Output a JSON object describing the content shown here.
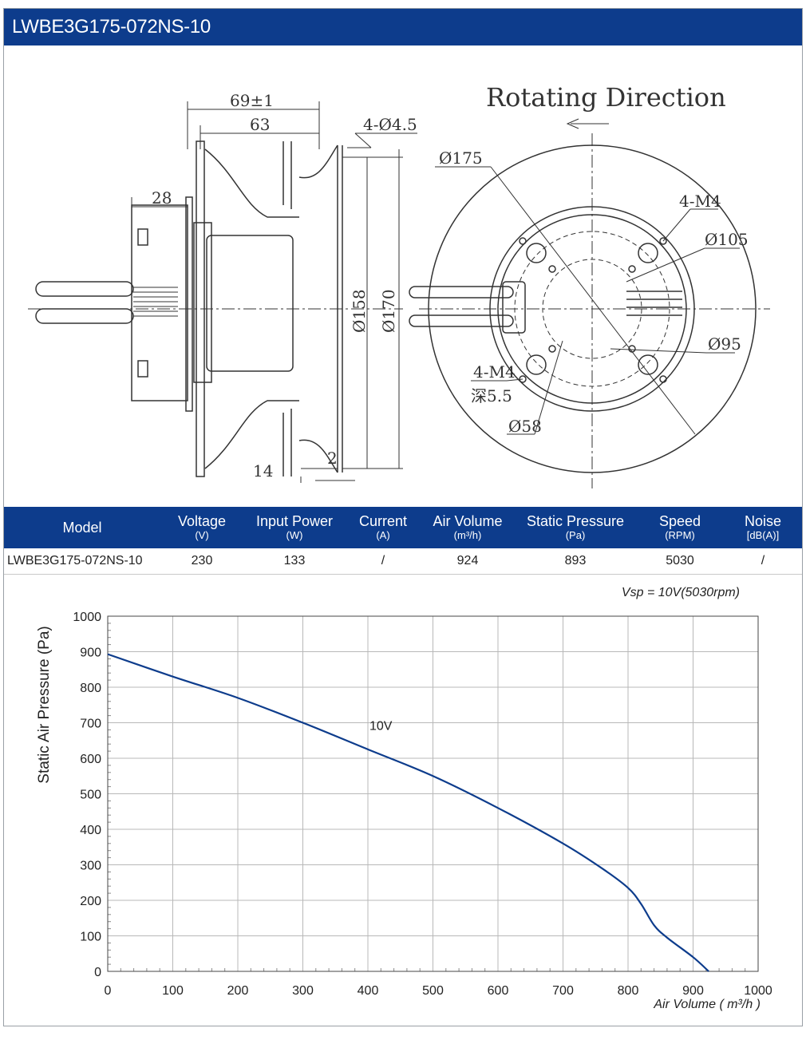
{
  "title": "LWBE3G175-072NS-10",
  "drawing": {
    "rotating_direction": "Rotating Direction",
    "dims": {
      "d69": "69±1",
      "d63": "63",
      "d28": "28",
      "d4_045": "4-Ø4.5",
      "d158": "Ø158",
      "d170": "Ø170",
      "d14": "14",
      "d2": "2",
      "d175": "Ø175",
      "d4m4": "4-M4",
      "d105": "Ø105",
      "d95": "Ø95",
      "d4m4b": "4-M4",
      "depth": "深5.5",
      "d58": "Ø58"
    },
    "colors": {
      "line": "#333333"
    }
  },
  "table": {
    "headers": [
      {
        "label": "Model",
        "unit": ""
      },
      {
        "label": "Voltage",
        "unit": "(V)"
      },
      {
        "label": "Input Power",
        "unit": "(W)"
      },
      {
        "label": "Current",
        "unit": "(A)"
      },
      {
        "label": "Air Volume",
        "unit": "(m³/h)"
      },
      {
        "label": "Static Pressure",
        "unit": "(Pa)"
      },
      {
        "label": "Speed",
        "unit": "(RPM)"
      },
      {
        "label": "Noise",
        "unit": "[dB(A)]"
      }
    ],
    "rows": [
      [
        "LWBE3G175-072NS-10",
        "230",
        "133",
        "/",
        "924",
        "893",
        "5030",
        "/"
      ]
    ]
  },
  "colors": {
    "header_bg": "#0d3c8c",
    "curve": "#0d3c8c",
    "grid": "#b8b8b8"
  },
  "chart_data": {
    "type": "line",
    "title": "",
    "annotation": "Vsp = 10V(5030rpm)",
    "xlabel": "Air Volume ( m³/h )",
    "ylabel": "Static Air Pressure  (Pa)",
    "xlim": [
      0,
      1000
    ],
    "ylim": [
      0,
      1000
    ],
    "xticks": [
      0,
      100,
      200,
      300,
      400,
      500,
      600,
      700,
      800,
      900,
      1000
    ],
    "yticks": [
      0,
      100,
      200,
      300,
      400,
      500,
      600,
      700,
      800,
      900,
      1000
    ],
    "grid": true,
    "series": [
      {
        "name": "10V",
        "x": [
          0,
          100,
          200,
          300,
          400,
          500,
          600,
          700,
          760,
          800,
          820,
          840,
          860,
          900,
          924
        ],
        "y": [
          893,
          830,
          770,
          700,
          625,
          550,
          460,
          360,
          290,
          235,
          190,
          130,
          95,
          40,
          0
        ]
      }
    ]
  }
}
